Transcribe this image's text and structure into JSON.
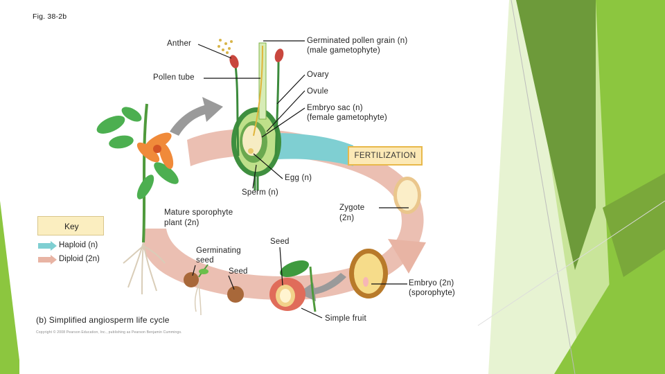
{
  "slide": {
    "figure_id": "Fig. 38-2b",
    "caption": "(b) Simplified angiosperm life cycle",
    "copyright": "Copyright © 2008 Pearson Education, Inc., publishing as Pearson Benjamin Cummings."
  },
  "labels": {
    "anther": "Anther",
    "pollen_tube": "Pollen tube",
    "pollen_grain_1": "Germinated pollen grain (n)",
    "pollen_grain_2": "(male gametophyte)",
    "ovary": "Ovary",
    "ovule": "Ovule",
    "embryo_sac_1": "Embryo sac (n)",
    "embryo_sac_2": "(female gametophyte)",
    "fertilization": "FERTILIZATION",
    "egg": "Egg (n)",
    "sperm": "Sperm (n)",
    "zygote_1": "Zygote",
    "zygote_2": "(2n)",
    "mature_1": "Mature sporophyte",
    "mature_2": "plant (2n)",
    "germinating_1": "Germinating",
    "germinating_2": "seed",
    "seed_top": "Seed",
    "seed_bottom": "Seed",
    "embryo_1": "Embryo (2n)",
    "embryo_2": "(sporophyte)",
    "simple_fruit": "Simple fruit"
  },
  "key": {
    "title": "Key",
    "haploid": "Haploid (n)",
    "diploid": "Diploid (2n)",
    "haploid_color": "#7fcfd2",
    "diploid_color": "#e8b4a4"
  },
  "colors": {
    "green_accent": "#8cc63f",
    "dark_green": "#5d8a2d",
    "light_green": "#c9e59a"
  }
}
